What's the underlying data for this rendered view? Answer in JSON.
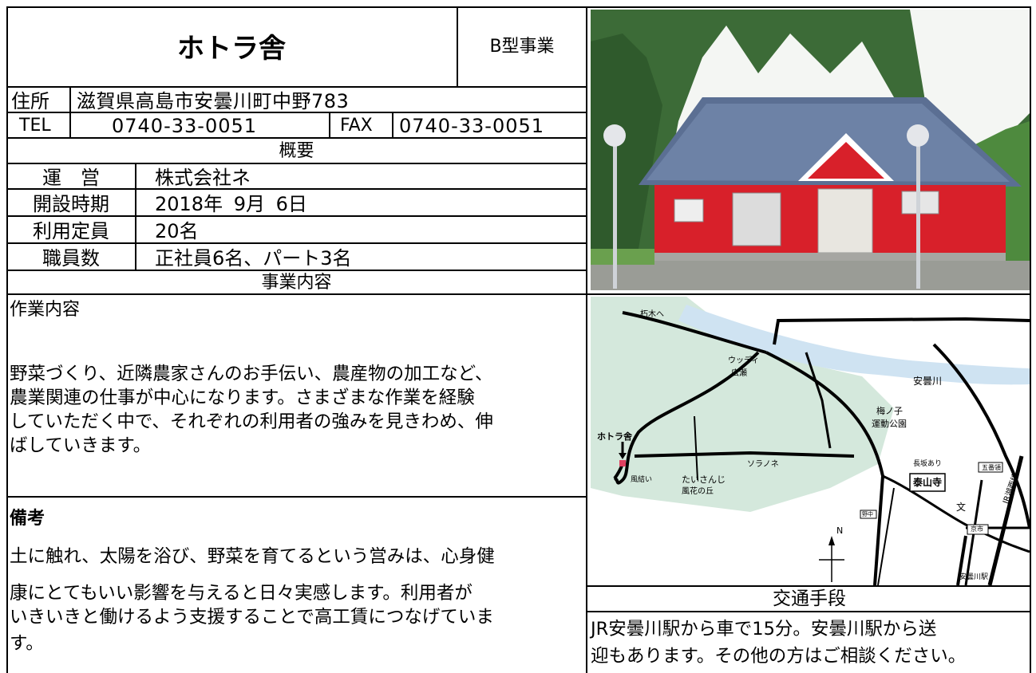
{
  "facility": {
    "name": "ホトラ舎",
    "type": "B型事業"
  },
  "address": {
    "label": "住所",
    "value": "滋賀県高島市安曇川町中野783"
  },
  "tel": {
    "label": "TEL",
    "value": "0740-33-0051"
  },
  "fax": {
    "label": "FAX",
    "value": "0740-33-0051"
  },
  "overview": {
    "heading": "概要",
    "rows": [
      {
        "label": "運　営",
        "value": "株式会社ネ"
      },
      {
        "label": "開設時期",
        "value": "2018年 9月 6日"
      },
      {
        "label": "利用定員",
        "value": "20名"
      },
      {
        "label": "職員数",
        "value": "正社員6名、パート3名"
      }
    ]
  },
  "business": {
    "heading": "事業内容",
    "work_title": "作業内容",
    "work_lines": [
      "野菜づくり、近隣農家さんのお手伝い、農産物の加工など、",
      "農業関連の仕事が中心になります。さまざまな作業を経験",
      "していただく中で、それぞれの利用者の強みを見きわめ、伸",
      "ばしていきます。"
    ],
    "notes_title": "備考",
    "notes_lines": [
      "土に触れ、太陽を浴び、野菜を育てるという営みは、心身健",
      "康にとてもいい影響を与えると日々実感します。利用者が",
      "いきいきと働けるよう支援することで高工賃につなげていま",
      "す。"
    ]
  },
  "map": {
    "labels": {
      "kutsuki": "朽木へ",
      "woody": "ウッディ",
      "hirose": "広瀬",
      "river": "安曇川",
      "park1": "梅ノ子",
      "park2": "運動公園",
      "hotora": "ホトラ舎",
      "soranone": "ソラノネ",
      "kazemusubi": "風結い",
      "taisanji": "たいさんじ",
      "kazahana": "風花の丘",
      "taisanji_temple": "泰山寺",
      "nagasaka": "長坂あり",
      "goban": "五番領",
      "nonaka": "野中",
      "bun": "文",
      "kyoumachi": "京市",
      "station": "安曇川駅",
      "jr": "JR湖西線",
      "north": "N"
    }
  },
  "transport": {
    "heading": "交通手段",
    "lines": [
      "JR安曇川駅から車で15分。安曇川駅から送",
      "迎もあります。その他の方はご相談ください。"
    ]
  },
  "colors": {
    "green_area": "#d4e8dc",
    "river": "#cfe3f2",
    "house_red": "#d8202a",
    "roof": "#5b6f93"
  }
}
